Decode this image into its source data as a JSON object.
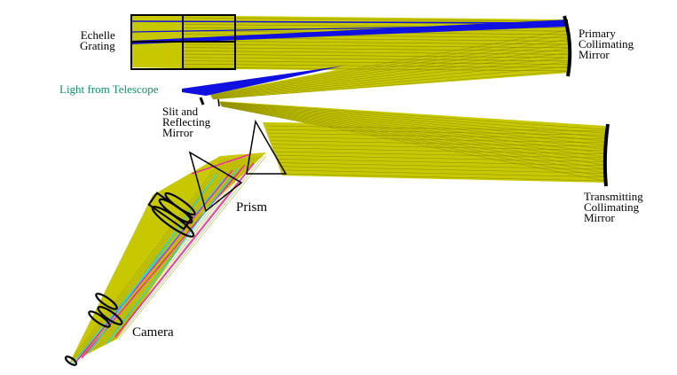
{
  "labels": {
    "echelle": "Echelle\nGrating",
    "primary": "Primary\nCollimating\nMirror",
    "light": "Light from Telescope",
    "slit": "Slit and\nReflecting\nMirror",
    "prism": "Prism",
    "transmitting": "Transmitting\nCollimating\nMirror",
    "camera": "Camera"
  },
  "colors": {
    "beam": "#c8c800",
    "beam_line": "#8c8c00",
    "blue_beam": "#1010e0",
    "magenta": "#ff10c8",
    "cyan": "#20d8e8",
    "outline": "#000000",
    "label_green": "#0f8f6a"
  }
}
